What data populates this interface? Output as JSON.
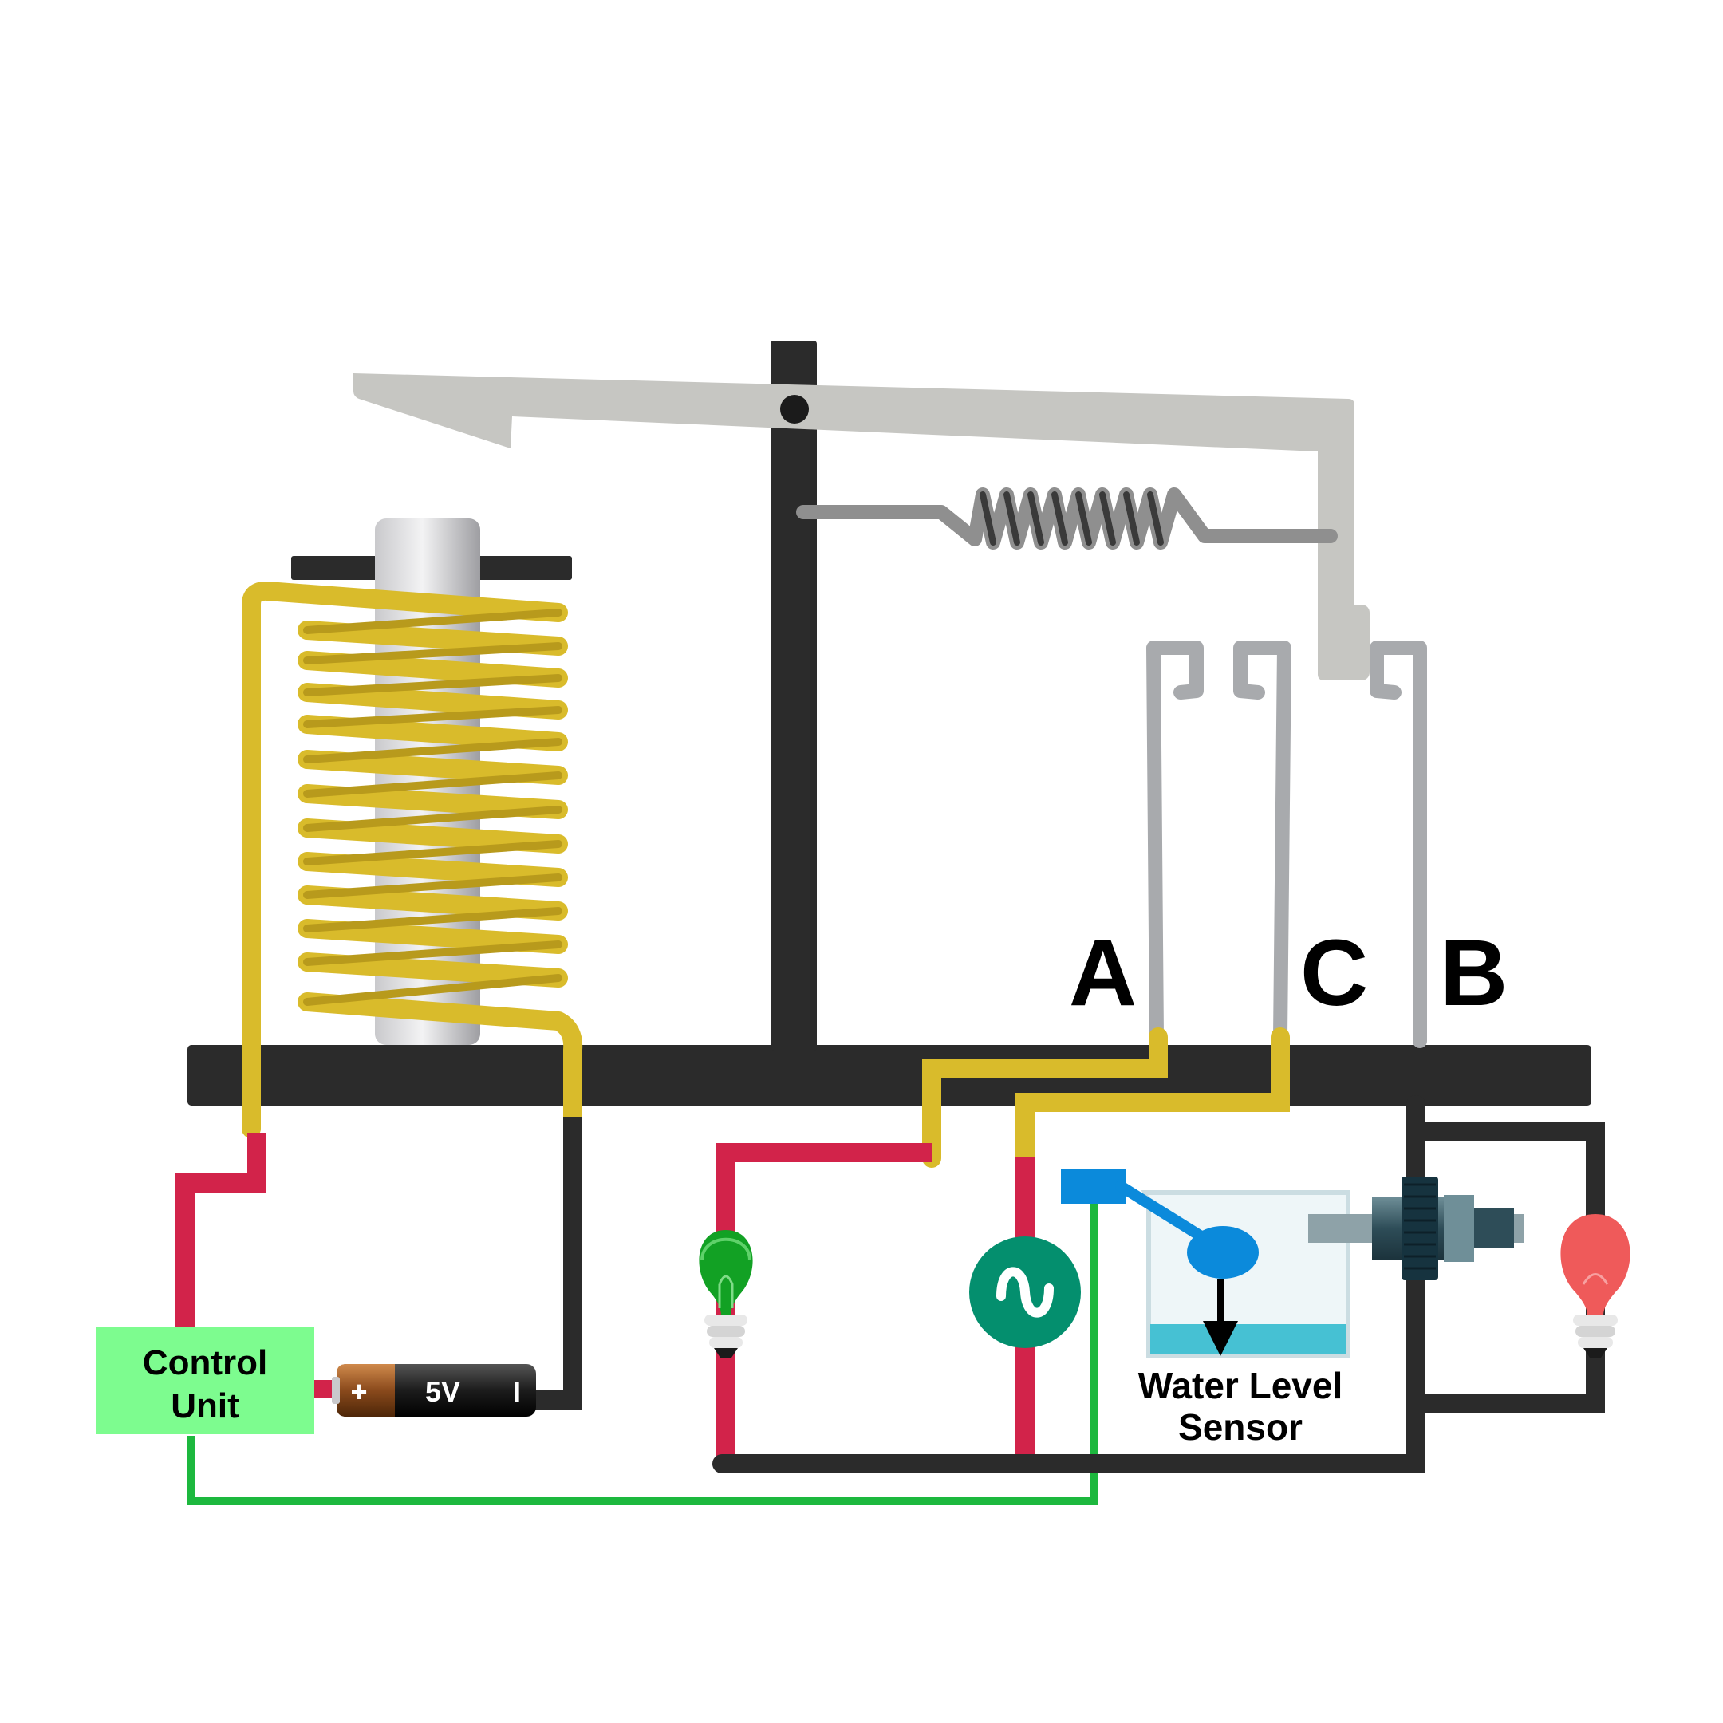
{
  "labels": {
    "terminal_a": "A",
    "terminal_b": "B",
    "terminal_c": "C",
    "control_unit_line1": "Control",
    "control_unit_line2": "Unit",
    "battery_voltage": "5V",
    "battery_plus": "+",
    "battery_minus": "I",
    "sensor_line1": "Water Level",
    "sensor_line2": "Sensor"
  },
  "colors": {
    "frame": "#2b2b2b",
    "copper_coil": "#d9bb2b",
    "positive_wire": "#d2234a",
    "negative_wire": "#2b2b2b",
    "signal_wire": "#1db83e",
    "contacts": "#a8aaad",
    "lever": "#c6c6c2",
    "control_unit": "#7dfc8f",
    "green_bulb": "#12a124",
    "red_bulb": "#ef5a5a",
    "ac_source": "#048f6e",
    "sensor": "#0b8adb",
    "water": "#46c1d3"
  },
  "icons": {
    "ac_source": "sine-wave-icon",
    "green_lamp": "lightbulb-icon",
    "red_lamp": "lightbulb-icon",
    "battery": "battery-icon",
    "motor": "motor-icon",
    "spring": "spring-icon"
  }
}
